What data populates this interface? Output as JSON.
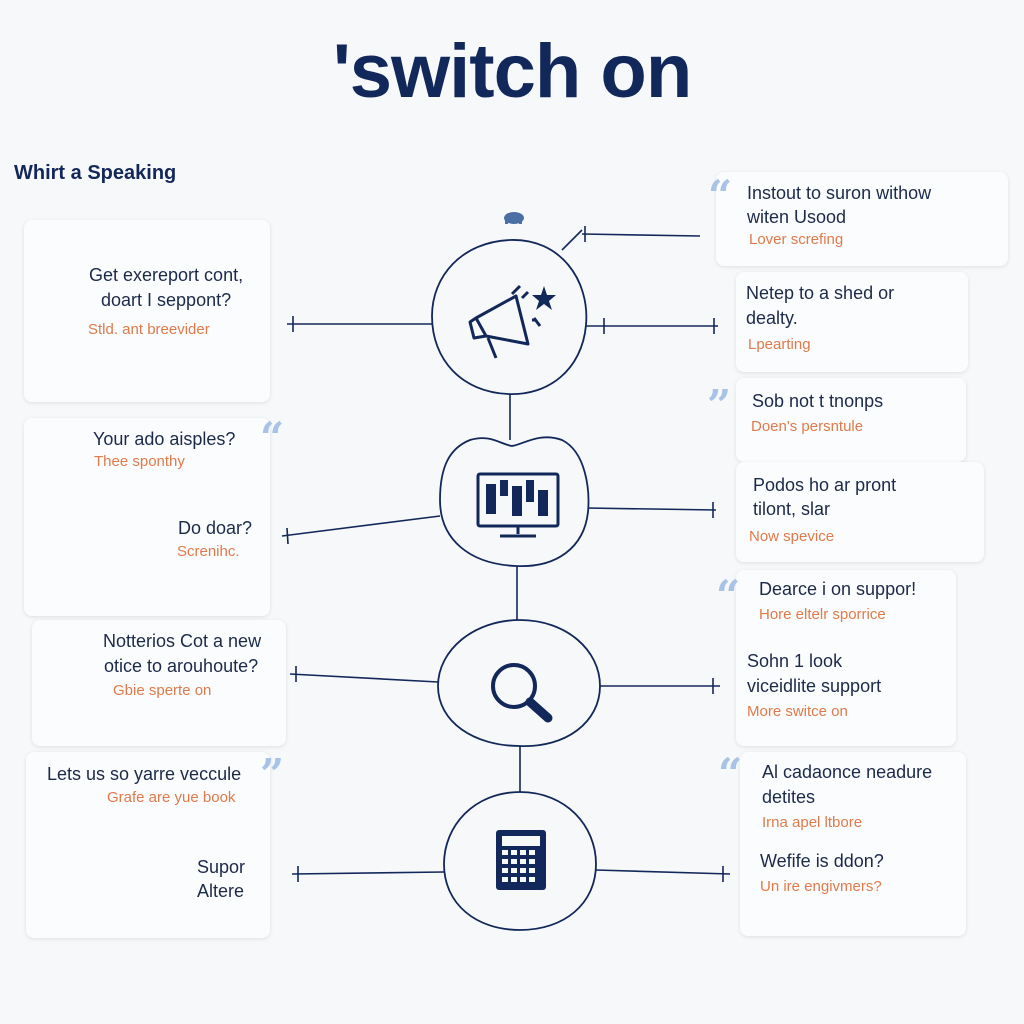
{
  "title": "'switch on",
  "subtitle": "Whirt a Speaking",
  "left_cards": [
    {
      "q1": "Get exereport cont,",
      "q2": "doart I seppont?",
      "s": "Stld. ant breevider"
    },
    {
      "q1": "Your ado aisples?",
      "s": "Thee sponthy"
    },
    {
      "q1": "Do doar?",
      "s": "Screnihc."
    },
    {
      "q1": "Notterios Cot a new",
      "q2": "otice to arouhoute?",
      "s": "Gbie sperte on"
    },
    {
      "q1": "Lets us so yarre veccule",
      "s": "Grafe are yue book"
    },
    {
      "q1": "Supor",
      "q2": "Altere"
    }
  ],
  "right_cards": [
    {
      "q1": "Instout to suron withow",
      "q2": "witen Usood",
      "s": "Lover screfing"
    },
    {
      "q1": "Netep to a shed or",
      "q2": "dealty.",
      "s": "Lpearting"
    },
    {
      "q1": "Sob not t tnonps",
      "s": "Doen's persntule"
    },
    {
      "q1": "Podos ho ar pront",
      "q2": "tilont, slar",
      "s": "Now spevice"
    },
    {
      "q1": "Dearce i on suppor!",
      "s": "Hore eltelr sporrice"
    },
    {
      "q1": "Sohn 1 look",
      "q2": "viceidlite support",
      "s": "More switce on"
    },
    {
      "q1": "Al cadaonce neadure",
      "q2": "detites",
      "s": "Irna apel ltbore"
    },
    {
      "q1": "Wefife is ddon?",
      "s": "Un ire engivmers?"
    }
  ],
  "nodes": [
    {
      "icon": "megaphone-icon"
    },
    {
      "icon": "monitor-icon"
    },
    {
      "icon": "magnifier-icon"
    },
    {
      "icon": "calculator-icon"
    }
  ],
  "colors": {
    "navy": "#13285a",
    "accent": "#e07a4a",
    "quote": "#a9c3e6"
  }
}
